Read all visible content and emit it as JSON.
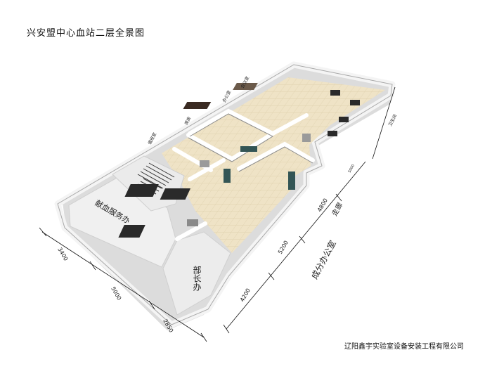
{
  "title": "兴安盟中心血站二层全景图",
  "company": "辽阳鑫宇实验室设备安装工程有限公司",
  "rooms": {
    "donation_service": "献血服务办",
    "minister": "部长办",
    "admin_office": "成分办公室",
    "corridor": "走廊",
    "storage": "库房",
    "duty": "值班室",
    "room_a": "办公室",
    "room_b": "会议室",
    "room_c": "卫生间"
  },
  "dimensions": {
    "d1": "3400",
    "d2": "5000",
    "d3": "2850",
    "d4": "4200",
    "d5": "5200",
    "d6": "4800",
    "d7": "5000"
  },
  "colors": {
    "floor": "#efe3c6",
    "wall": "#ffffff",
    "wall_shadow": "#c9c9c9",
    "base": "#e6e6e6",
    "furniture": "#2a2a2a"
  }
}
